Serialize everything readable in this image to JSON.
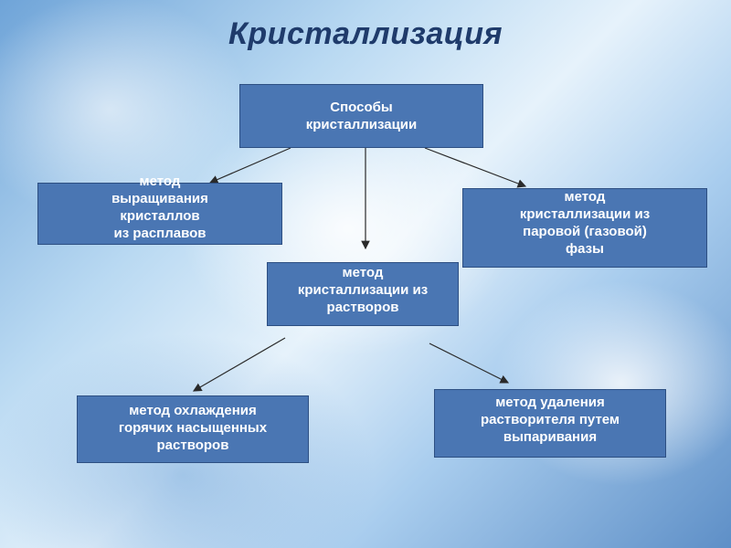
{
  "title": "Кристаллизация",
  "nodes": {
    "root": "Способы\nкристаллизации",
    "melt": "метод\nвыращивания\nкристаллов\nиз расплавов",
    "vapor": "метод\nкристаллизации из\nпаровой (газовой)\nфазы",
    "solution": "метод\nкристаллизации из\nрастворов",
    "cooling": "метод охлаждения\nгорячих насыщенных\nрастворов",
    "evaporation": "метод удаления\nрастворителя путем\nвыпаривания"
  },
  "edges": [
    {
      "from": "root",
      "to": "melt"
    },
    {
      "from": "root",
      "to": "solution"
    },
    {
      "from": "root",
      "to": "vapor"
    },
    {
      "from": "solution",
      "to": "cooling"
    },
    {
      "from": "solution",
      "to": "evaporation"
    }
  ]
}
